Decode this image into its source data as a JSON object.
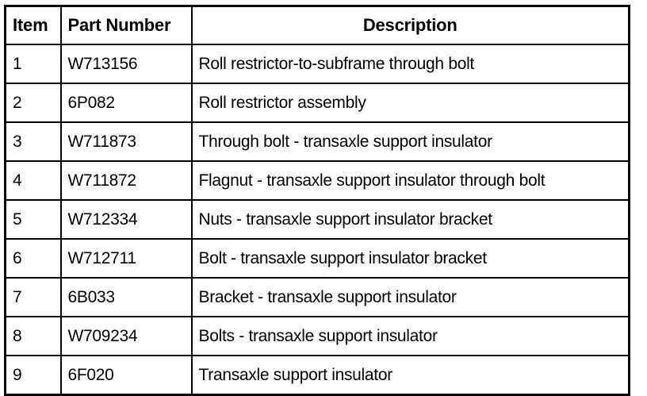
{
  "table": {
    "columns": [
      {
        "key": "item",
        "label": "Item",
        "align": "left"
      },
      {
        "key": "part_number",
        "label": "Part Number",
        "align": "left"
      },
      {
        "key": "description",
        "label": "Description",
        "align": "center"
      }
    ],
    "rows": [
      {
        "item": "1",
        "part_number": "W713156",
        "description": "Roll restrictor-to-subframe through bolt"
      },
      {
        "item": "2",
        "part_number": "6P082",
        "description": "Roll restrictor assembly"
      },
      {
        "item": "3",
        "part_number": "W711873",
        "description": "Through bolt - transaxle support insulator"
      },
      {
        "item": "4",
        "part_number": "W711872",
        "description": "Flagnut - transaxle support insulator through bolt"
      },
      {
        "item": "5",
        "part_number": "W712334",
        "description": "Nuts - transaxle support insulator bracket"
      },
      {
        "item": "6",
        "part_number": "W712711",
        "description": "Bolt - transaxle support insulator bracket"
      },
      {
        "item": "7",
        "part_number": "6B033",
        "description": "Bracket - transaxle support insulator"
      },
      {
        "item": "8",
        "part_number": "W709234",
        "description": "Bolts - transaxle support insulator"
      },
      {
        "item": "9",
        "part_number": "6F020",
        "description": "Transaxle support insulator"
      }
    ]
  },
  "style": {
    "border_color": "#000000",
    "background_color": "#ffffff",
    "text_color": "#000000"
  }
}
